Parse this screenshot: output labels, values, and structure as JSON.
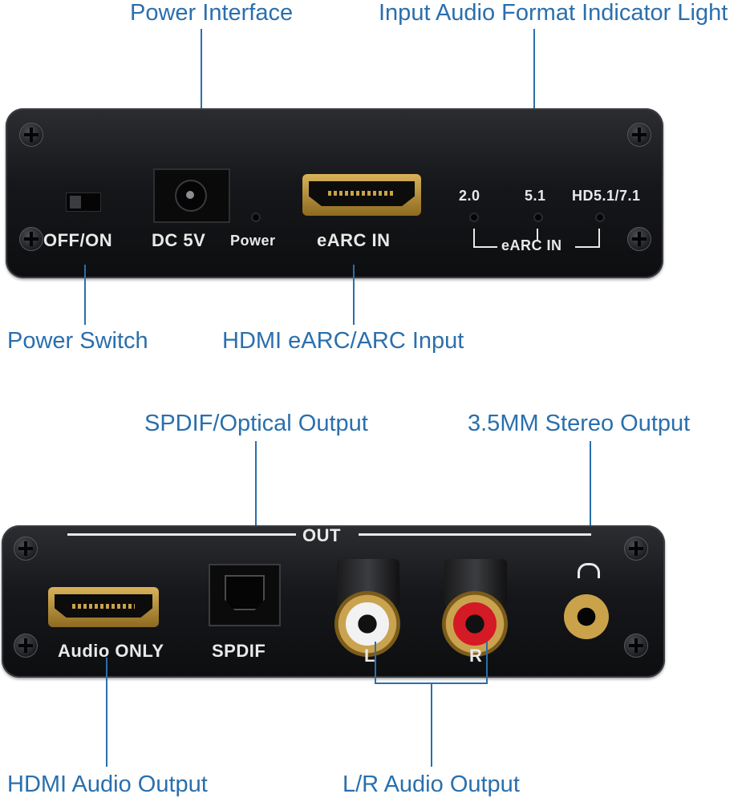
{
  "callouts": {
    "power_interface": "Power Interface",
    "indicator_light": "Input Audio Format Indicator Light",
    "power_switch": "Power Switch",
    "hdmi_earc_input": "HDMI eARC/ARC Input",
    "spdif_output": "SPDIF/Optical Output",
    "stereo_output": "3.5MM Stereo Output",
    "hdmi_audio_output": "HDMI Audio Output",
    "lr_audio_output": "L/R Audio Output"
  },
  "front_panel": {
    "off_on": "OFF/ON",
    "dc5v": "DC 5V",
    "power": "Power",
    "earc_in": "eARC IN",
    "led_20": "2.0",
    "led_51": "5.1",
    "led_hd": "HD5.1/7.1",
    "earc_in_group": "eARC IN"
  },
  "rear_panel": {
    "out": "OUT",
    "audio_only": "Audio ONLY",
    "spdif": "SPDIF",
    "left": "L",
    "right": "R"
  },
  "colors": {
    "callout_text": "#2a6fad",
    "panel_body": "#16171a",
    "silkscreen": "#e9e9e9",
    "gold": "#c9a24a",
    "rca_left": "#f2f2f2",
    "rca_right": "#d41a25"
  }
}
